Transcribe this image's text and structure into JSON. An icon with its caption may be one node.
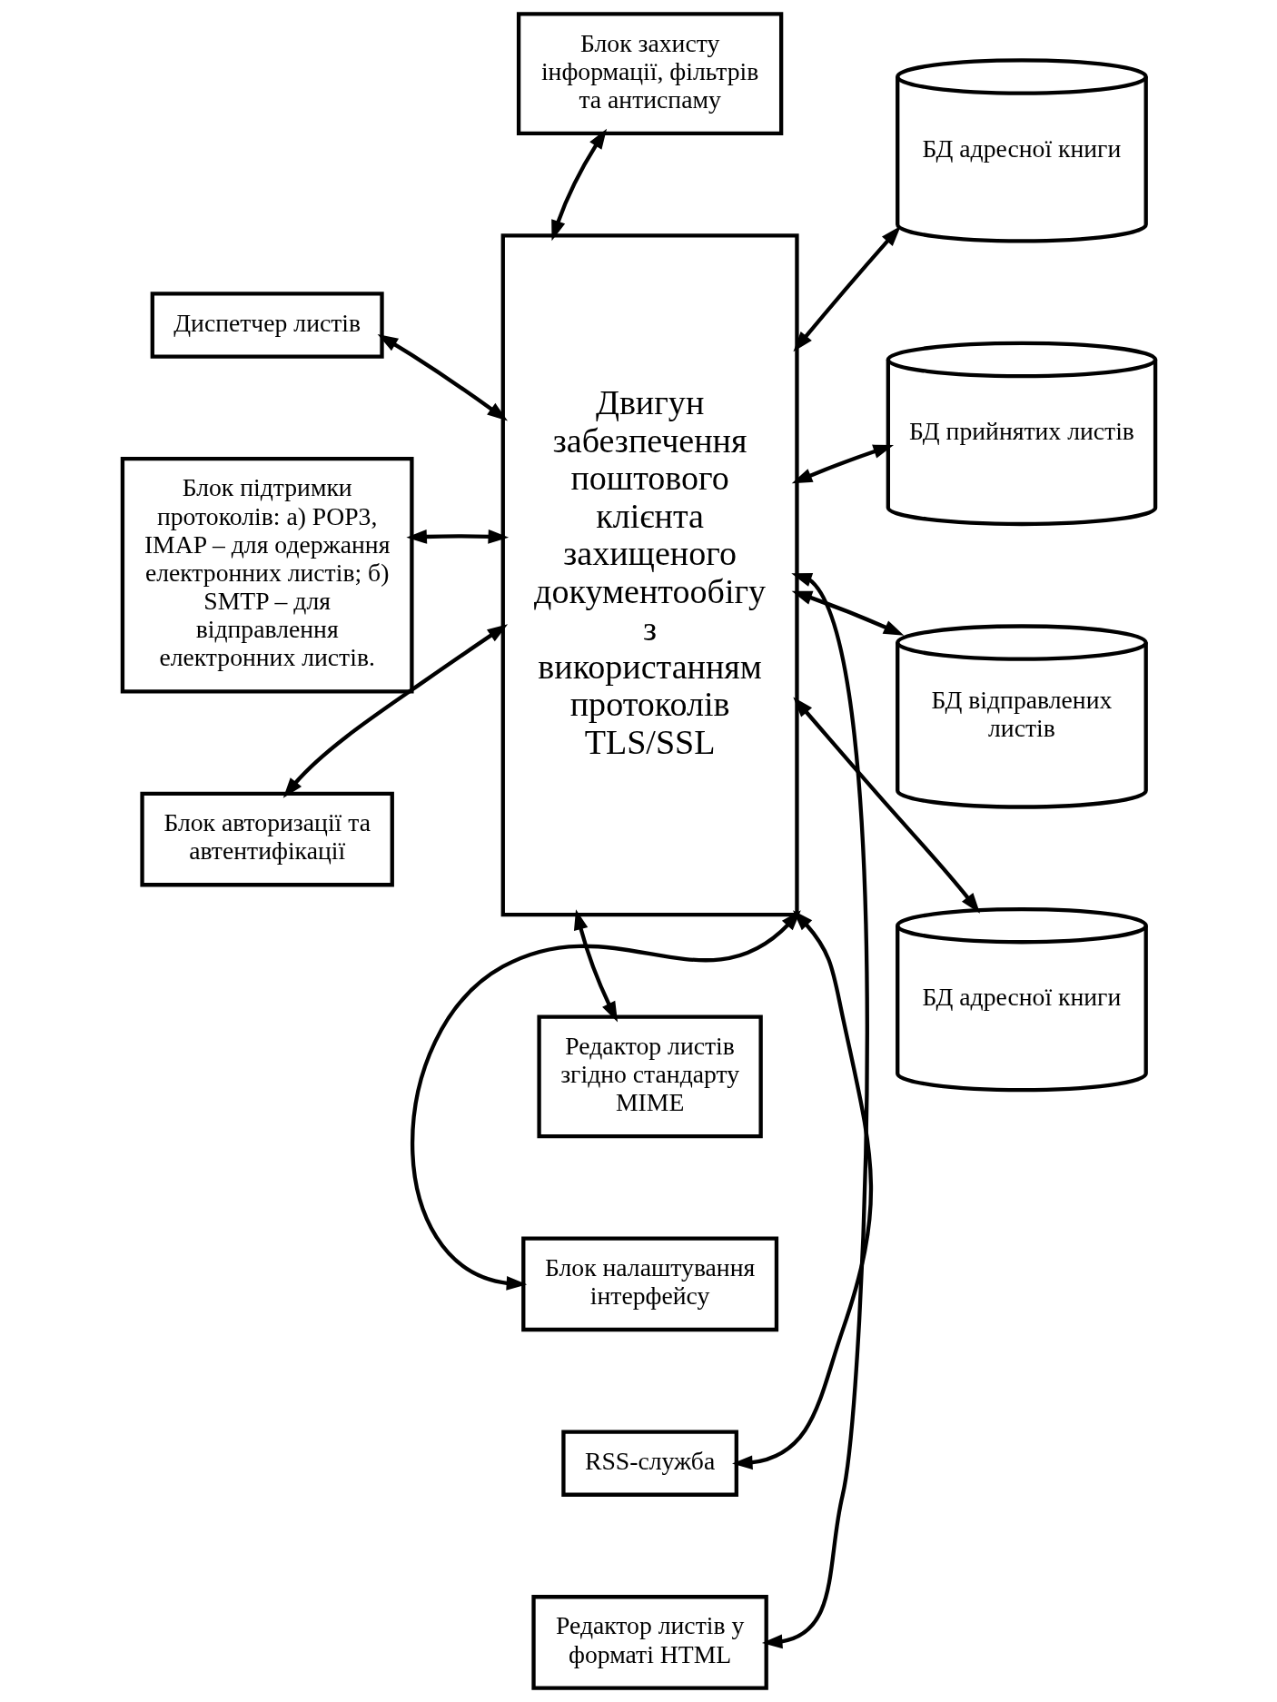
{
  "diagram": {
    "nodes": [
      {
        "text": [
          "Блок захисту інформації, фільтрів та антиспаму"
        ]
      },
      {
        "text": [
          "Двигун забезпечення поштового клієнта захищеного документообігу з використанням протоколів TLS/SSL"
        ]
      },
      {
        "text": [
          "Диспетчер листів"
        ]
      },
      {
        "text": [
          "Блок підтримки протоколів: а) POP3, IMAP – для одержання електронних листів; б) SMTP – для відправлення електронних листів."
        ]
      },
      {
        "text": [
          "Блок авторизації та автентифікації"
        ]
      },
      {
        "text": [
          "БД адресної книги"
        ]
      },
      {
        "text": [
          "БД прийнятих листів"
        ]
      },
      {
        "text": [
          "БД відправлених листів"
        ]
      },
      {
        "text": [
          "БД адресної книги"
        ]
      },
      {
        "text": [
          "Редактор листів згідно стандарту MIME"
        ]
      },
      {
        "text": [
          "Блок налаштування інтерфейсу"
        ]
      },
      {
        "text": [
          "RSS-служба"
        ]
      },
      {
        "text": [
          "Редактор листів у форматі HTML"
        ]
      }
    ],
    "edges": [
      {
        "from": 0,
        "to": 1,
        "arrow": "both"
      },
      {
        "from": 1,
        "to": 2,
        "arrow": "both"
      },
      {
        "from": 1,
        "to": 3,
        "arrow": "both"
      },
      {
        "from": 1,
        "to": 4,
        "arrow": "both"
      },
      {
        "from": 1,
        "to": 5,
        "arrow": "both"
      },
      {
        "from": 1,
        "to": 6,
        "arrow": "both"
      },
      {
        "from": 1,
        "to": 7,
        "arrow": "both"
      },
      {
        "from": 1,
        "to": 8,
        "arrow": "both"
      },
      {
        "from": 1,
        "to": 9,
        "arrow": "both"
      },
      {
        "from": 1,
        "to": 10,
        "arrow": "both"
      },
      {
        "from": 1,
        "to": 11,
        "arrow": "both"
      },
      {
        "from": 1,
        "to": 12,
        "arrow": "both"
      }
    ]
  }
}
